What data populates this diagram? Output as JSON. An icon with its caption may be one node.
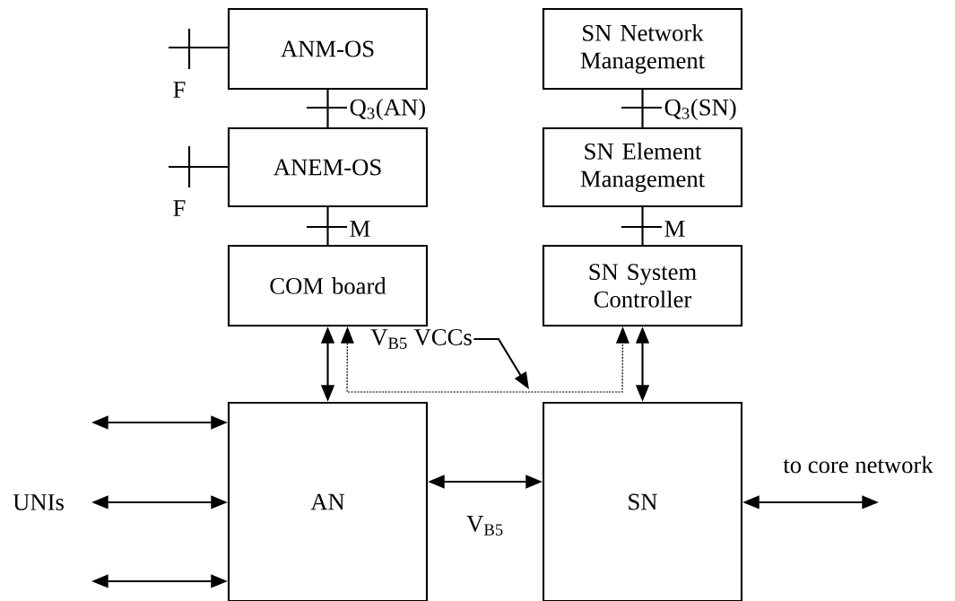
{
  "diagram": {
    "nodes": [
      {
        "text": [
          "ANM-OS"
        ]
      },
      {
        "text": [
          "ANEM-OS"
        ]
      },
      {
        "text": [
          "COM board"
        ]
      },
      {
        "text": [
          "AN"
        ]
      },
      {
        "text": [
          "SN Network Management"
        ]
      },
      {
        "text": [
          "SN Element Management"
        ]
      },
      {
        "text": [
          "SN System Controller"
        ]
      },
      {
        "text": [
          "SN"
        ]
      },
      {
        "text": [
          "V$_{B5}$ VCCs"
        ]
      }
    ],
    "edges": [
      {
        "from": 0,
        "to": 1,
        "arrow": "none",
        "label": "Q$_{3}$(AN)"
      },
      {
        "from": 1,
        "to": 2,
        "arrow": "none",
        "label": "M"
      },
      {
        "from": 4,
        "to": 5,
        "arrow": "none",
        "label": "Q$_{3}$(SN)"
      },
      {
        "from": 5,
        "to": 6,
        "arrow": "none",
        "label": "M"
      },
      {
        "from": null,
        "to": 0,
        "arrow": "none",
        "label": "F"
      },
      {
        "from": null,
        "to": 1,
        "arrow": "none",
        "label": "F"
      },
      {
        "from": 3,
        "to": 2,
        "arrow": "both"
      },
      {
        "from": 3,
        "to": 7,
        "arrow": "both",
        "label": "V$_{B5}$"
      },
      {
        "from": 2,
        "to": 6,
        "arrow": "both",
        "style": "dashed"
      },
      {
        "from": null,
        "to": 3,
        "arrow": "both"
      },
      {
        "from": null,
        "to": 3,
        "arrow": "both"
      },
      {
        "from": null,
        "to": 3,
        "arrow": "both"
      },
      {
        "from": 7,
        "to": null,
        "arrow": "both",
        "label": "to core network"
      },
      {
        "from": 8,
        "to": null,
        "arrow": "to"
      },
      {
        "from": 7,
        "to": 6,
        "arrow": "both"
      }
    ],
    "labels": [
      "UNIs"
    ]
  }
}
